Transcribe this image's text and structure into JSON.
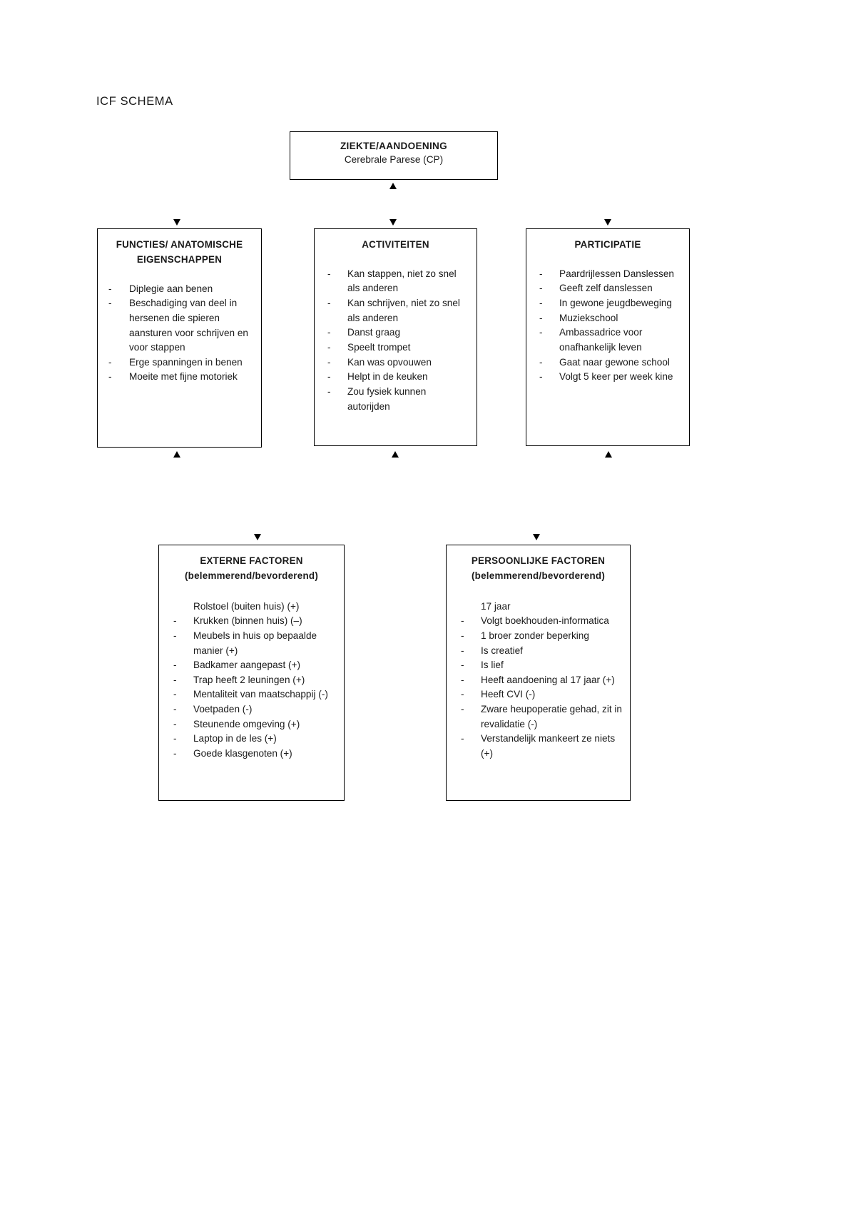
{
  "document": {
    "title": "ICF SCHEMA"
  },
  "boxes": {
    "disease": {
      "heading": "ZIEKTE/AANDOENING",
      "subtitle": "Cerebrale Parese (CP)"
    },
    "functions": {
      "heading_line1": "FUNCTIES/ ANATOMISCHE",
      "heading_line2": "EIGENSCHAPPEN",
      "items": [
        {
          "dash": true,
          "text": "Diplegie aan benen"
        },
        {
          "dash": true,
          "text": "Beschadiging van deel in hersenen die spieren aansturen voor schrijven en voor stappen"
        },
        {
          "dash": true,
          "text": "Erge spanningen in benen"
        },
        {
          "dash": true,
          "text": "Moeite met fijne motoriek"
        }
      ]
    },
    "activities": {
      "heading_line1": "ACTIVITEITEN",
      "heading_line2": "",
      "items": [
        {
          "dash": true,
          "text": "Kan stappen, niet zo snel als anderen"
        },
        {
          "dash": true,
          "text": "Kan schrijven, niet zo snel als anderen"
        },
        {
          "dash": true,
          "text": "Danst graag"
        },
        {
          "dash": true,
          "text": "Speelt trompet"
        },
        {
          "dash": true,
          "text": "Kan was opvouwen"
        },
        {
          "dash": true,
          "text": "Helpt in de keuken"
        },
        {
          "dash": true,
          "text": "Zou fysiek kunnen autorijden"
        }
      ]
    },
    "participation": {
      "heading_line1": "PARTICIPATIE",
      "heading_line2": "",
      "items": [
        {
          "dash": true,
          "text": "Paardrijlessen Danslessen"
        },
        {
          "dash": true,
          "text": "Geeft zelf danslessen"
        },
        {
          "dash": true,
          "text": "In gewone jeugdbeweging"
        },
        {
          "dash": true,
          "text": "Muziekschool"
        },
        {
          "dash": true,
          "text": "Ambassadrice voor onafhankelijk leven"
        },
        {
          "dash": true,
          "text": "Gaat naar gewone school"
        },
        {
          "dash": true,
          "text": "Volgt 5 keer per week kine"
        }
      ]
    },
    "external": {
      "heading_line1": "EXTERNE FACTOREN",
      "heading_line2": "(belemmerend/bevorderend)",
      "items": [
        {
          "dash": false,
          "text": "Rolstoel (buiten huis) (+)"
        },
        {
          "dash": true,
          "text": "Krukken (binnen huis) (–)"
        },
        {
          "dash": true,
          "text": "Meubels in huis op bepaalde manier (+)"
        },
        {
          "dash": true,
          "text": "Badkamer aangepast (+)"
        },
        {
          "dash": true,
          "text": "Trap heeft 2 leuningen (+)"
        },
        {
          "dash": true,
          "text": "Mentaliteit van maatschappij (-)"
        },
        {
          "dash": true,
          "text": "Voetpaden (-)"
        },
        {
          "dash": true,
          "text": "Steunende omgeving (+)"
        },
        {
          "dash": true,
          "text": "Laptop in de les (+)"
        },
        {
          "dash": true,
          "text": "Goede klasgenoten (+)"
        }
      ]
    },
    "personal": {
      "heading_line1": "PERSOONLIJKE FACTOREN",
      "heading_line2": "(belemmerend/bevorderend)",
      "items": [
        {
          "dash": false,
          "text": "17 jaar"
        },
        {
          "dash": true,
          "text": "Volgt boekhouden-informatica"
        },
        {
          "dash": true,
          "text": "1 broer zonder beperking"
        },
        {
          "dash": true,
          "text": "Is creatief"
        },
        {
          "dash": true,
          "text": "Is lief"
        },
        {
          "dash": true,
          "text": "Heeft aandoening al 17 jaar (+)"
        },
        {
          "dash": true,
          "text": "Heeft CVI (-)"
        },
        {
          "dash": true,
          "text": "Zware heupoperatie gehad, zit in revalidatie (-)"
        },
        {
          "dash": true,
          "text": "Verstandelijk mankeert ze niets (+)"
        }
      ]
    }
  },
  "symbols": {
    "dash": "-"
  },
  "colors": {
    "ink": "#000000",
    "paper": "#ffffff"
  }
}
